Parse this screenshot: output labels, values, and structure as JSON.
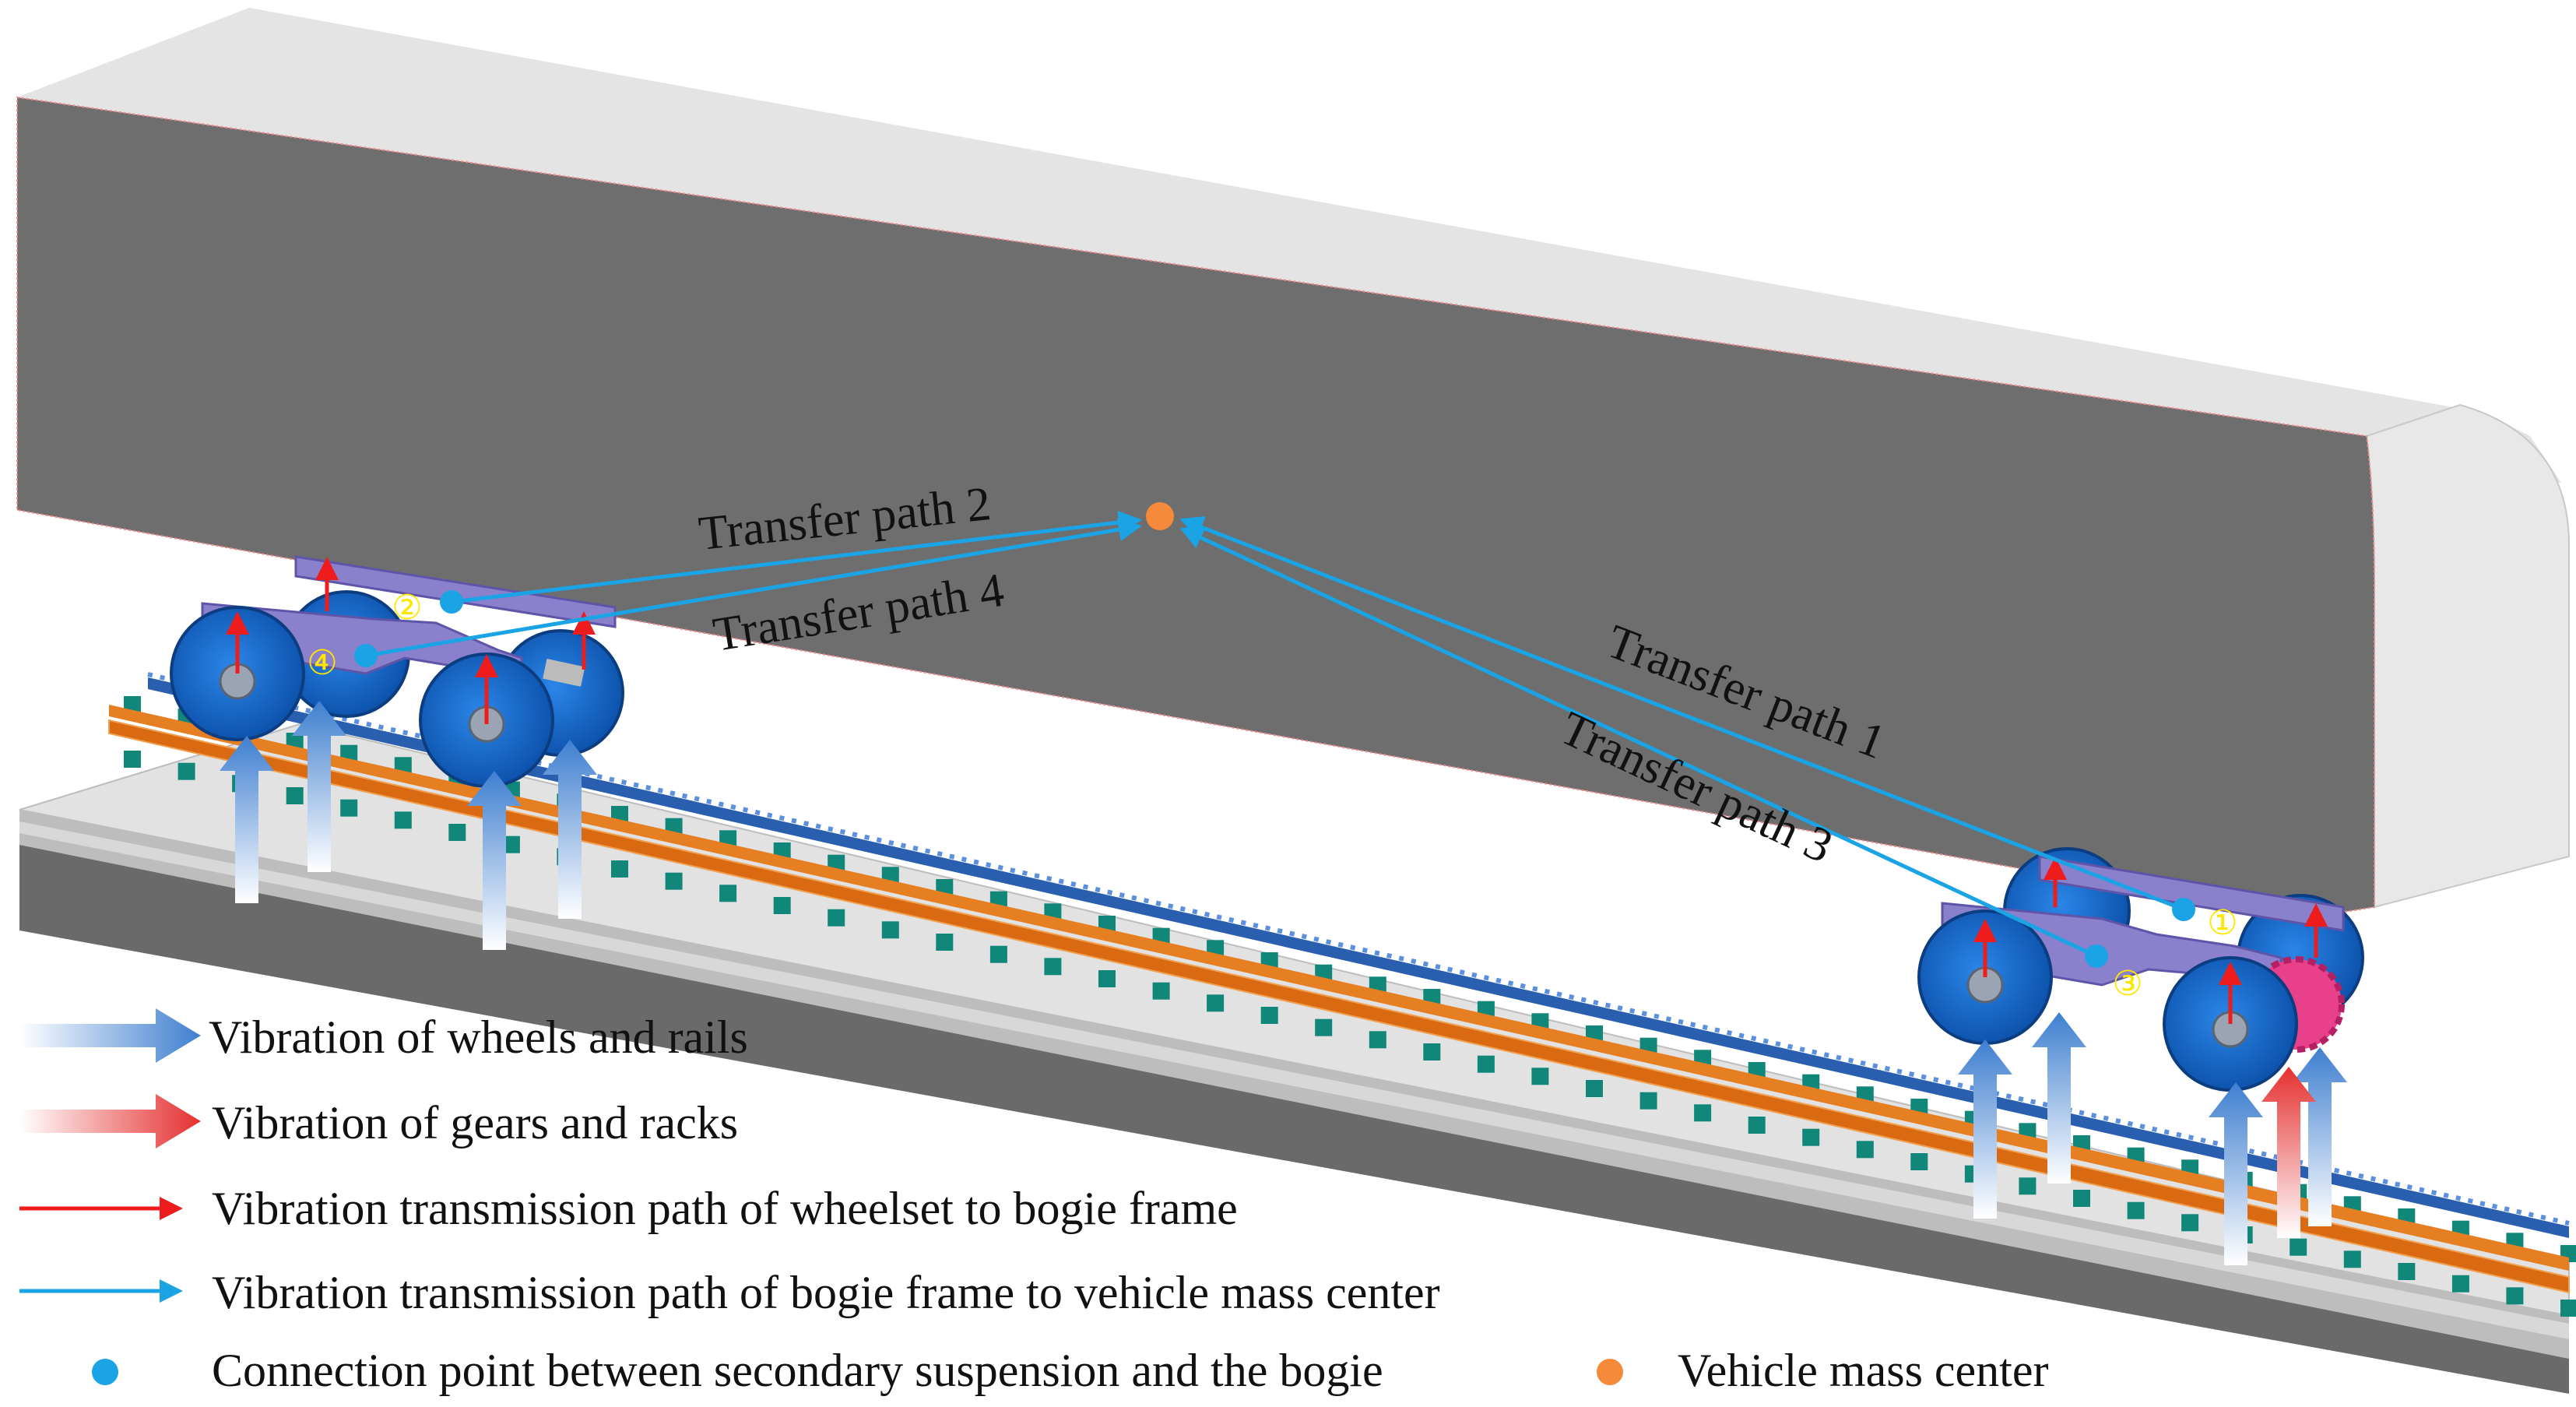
{
  "transfer_paths": {
    "path1": "Transfer path 1",
    "path2": "Transfer path 2",
    "path3": "Transfer path 3",
    "path4": "Transfer path 4"
  },
  "point_numbers": {
    "p1": "①",
    "p2": "②",
    "p3": "③",
    "p4": "④"
  },
  "legend": {
    "wheel_rail": "Vibration of wheels and rails",
    "gear_rack": "Vibration of gears and racks",
    "wheelset_to_frame": "Vibration transmission path of wheelset to bogie frame",
    "frame_to_mass_center": "Vibration transmission path of bogie frame to vehicle mass center",
    "connection_point": "Connection point between secondary suspension and the bogie",
    "mass_center": "Vehicle mass center"
  },
  "colors": {
    "car_body_side": "#6e6e6e",
    "car_body_top": "#e4e4e4",
    "track_bed_top": "#e2e2e2",
    "track_bed_side": "#6a6a6a",
    "rail": "#e67e22",
    "rack": "#2a5fb0",
    "sleeper": "#11877a",
    "wheel": "#1565c8",
    "bogie_frame": "#8a80cc",
    "wheel_rail_arrow": "#3f7fd0",
    "gear_rack_arrow": "#e53030",
    "wheelset_path": "#ee1c1c",
    "frame_path": "#1aa4e6",
    "connection_point": "#1aa4e6",
    "mass_center": "#f58a3a"
  }
}
